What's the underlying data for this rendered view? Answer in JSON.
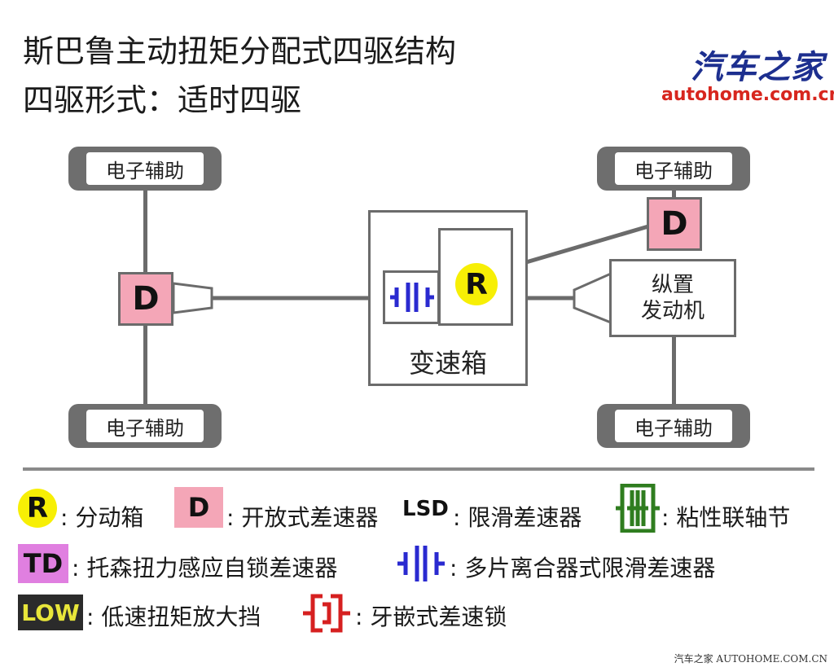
{
  "title": {
    "line1": "斯巴鲁主动扭矩分配式四驱结构",
    "line2": "四驱形式：适时四驱"
  },
  "logo": {
    "cn": "汽车之家",
    "en": "autohome.com.cn"
  },
  "diagram": {
    "tire_label": "电子辅助",
    "front_diff": "D",
    "rear_diff": "D",
    "transfer_case": "R",
    "gearbox_label": "变速箱",
    "engine_label_1": "纵置",
    "engine_label_2": "发动机"
  },
  "legend": {
    "r_symbol": "R",
    "r_text": ": 分动箱",
    "d_symbol": "D",
    "d_text": ": 开放式差速器",
    "lsd_symbol": "LSD",
    "lsd_text": ": 限滑差速器",
    "viscous_text": ": 粘性联轴节",
    "td_symbol": "TD",
    "td_text": ": 托森扭力感应自锁差速器",
    "multiplate_text": ": 多片离合器式限滑差速器",
    "low_symbol": "LOW",
    "low_text": ": 低速扭矩放大挡",
    "dog_text": ": 牙嵌式差速锁"
  },
  "footer": "汽车之家  AUTOHOME.COM.CN",
  "colors": {
    "pink": "#f4a6b7",
    "yellow": "#f7ef05",
    "blue_clutch": "#2a2ad0",
    "green_viscous": "#2f7d1f",
    "red_dog": "#d62020",
    "td_magenta": "#e07fe0",
    "low_bg": "#2b2b2b",
    "low_text": "#e8e63a"
  },
  "icons": [
    "multiplate-clutch-icon",
    "viscous-coupling-icon",
    "dog-clutch-icon"
  ]
}
